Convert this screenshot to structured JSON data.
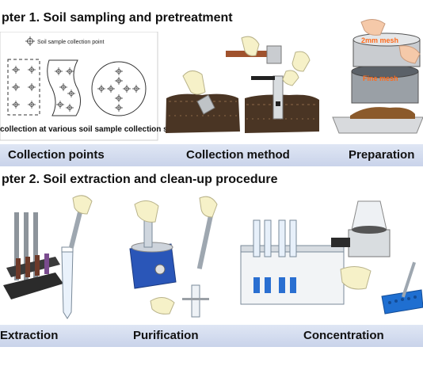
{
  "chapter1": {
    "title": "pter 1. Soil sampling and pretreatment",
    "legend": "Soil sample collection point",
    "sites_caption": "collection at various soil sample collection sites",
    "mesh_top": "2mm mesh",
    "mesh_bottom": "Fine mesh",
    "steps": [
      "Collection points",
      "Collection method",
      "Preparation"
    ]
  },
  "chapter2": {
    "title": "pter 2. Soil extraction and clean-up procedure",
    "steps": [
      "Extraction",
      "Purification",
      "Concentration"
    ]
  },
  "colors": {
    "band": "#c9d3ea",
    "soil": "#4a3524",
    "glove": "#f6f1c8",
    "skin": "#f5c9a9",
    "tray_blue": "#1f6fd1",
    "vortex_blue": "#2a56b8"
  }
}
